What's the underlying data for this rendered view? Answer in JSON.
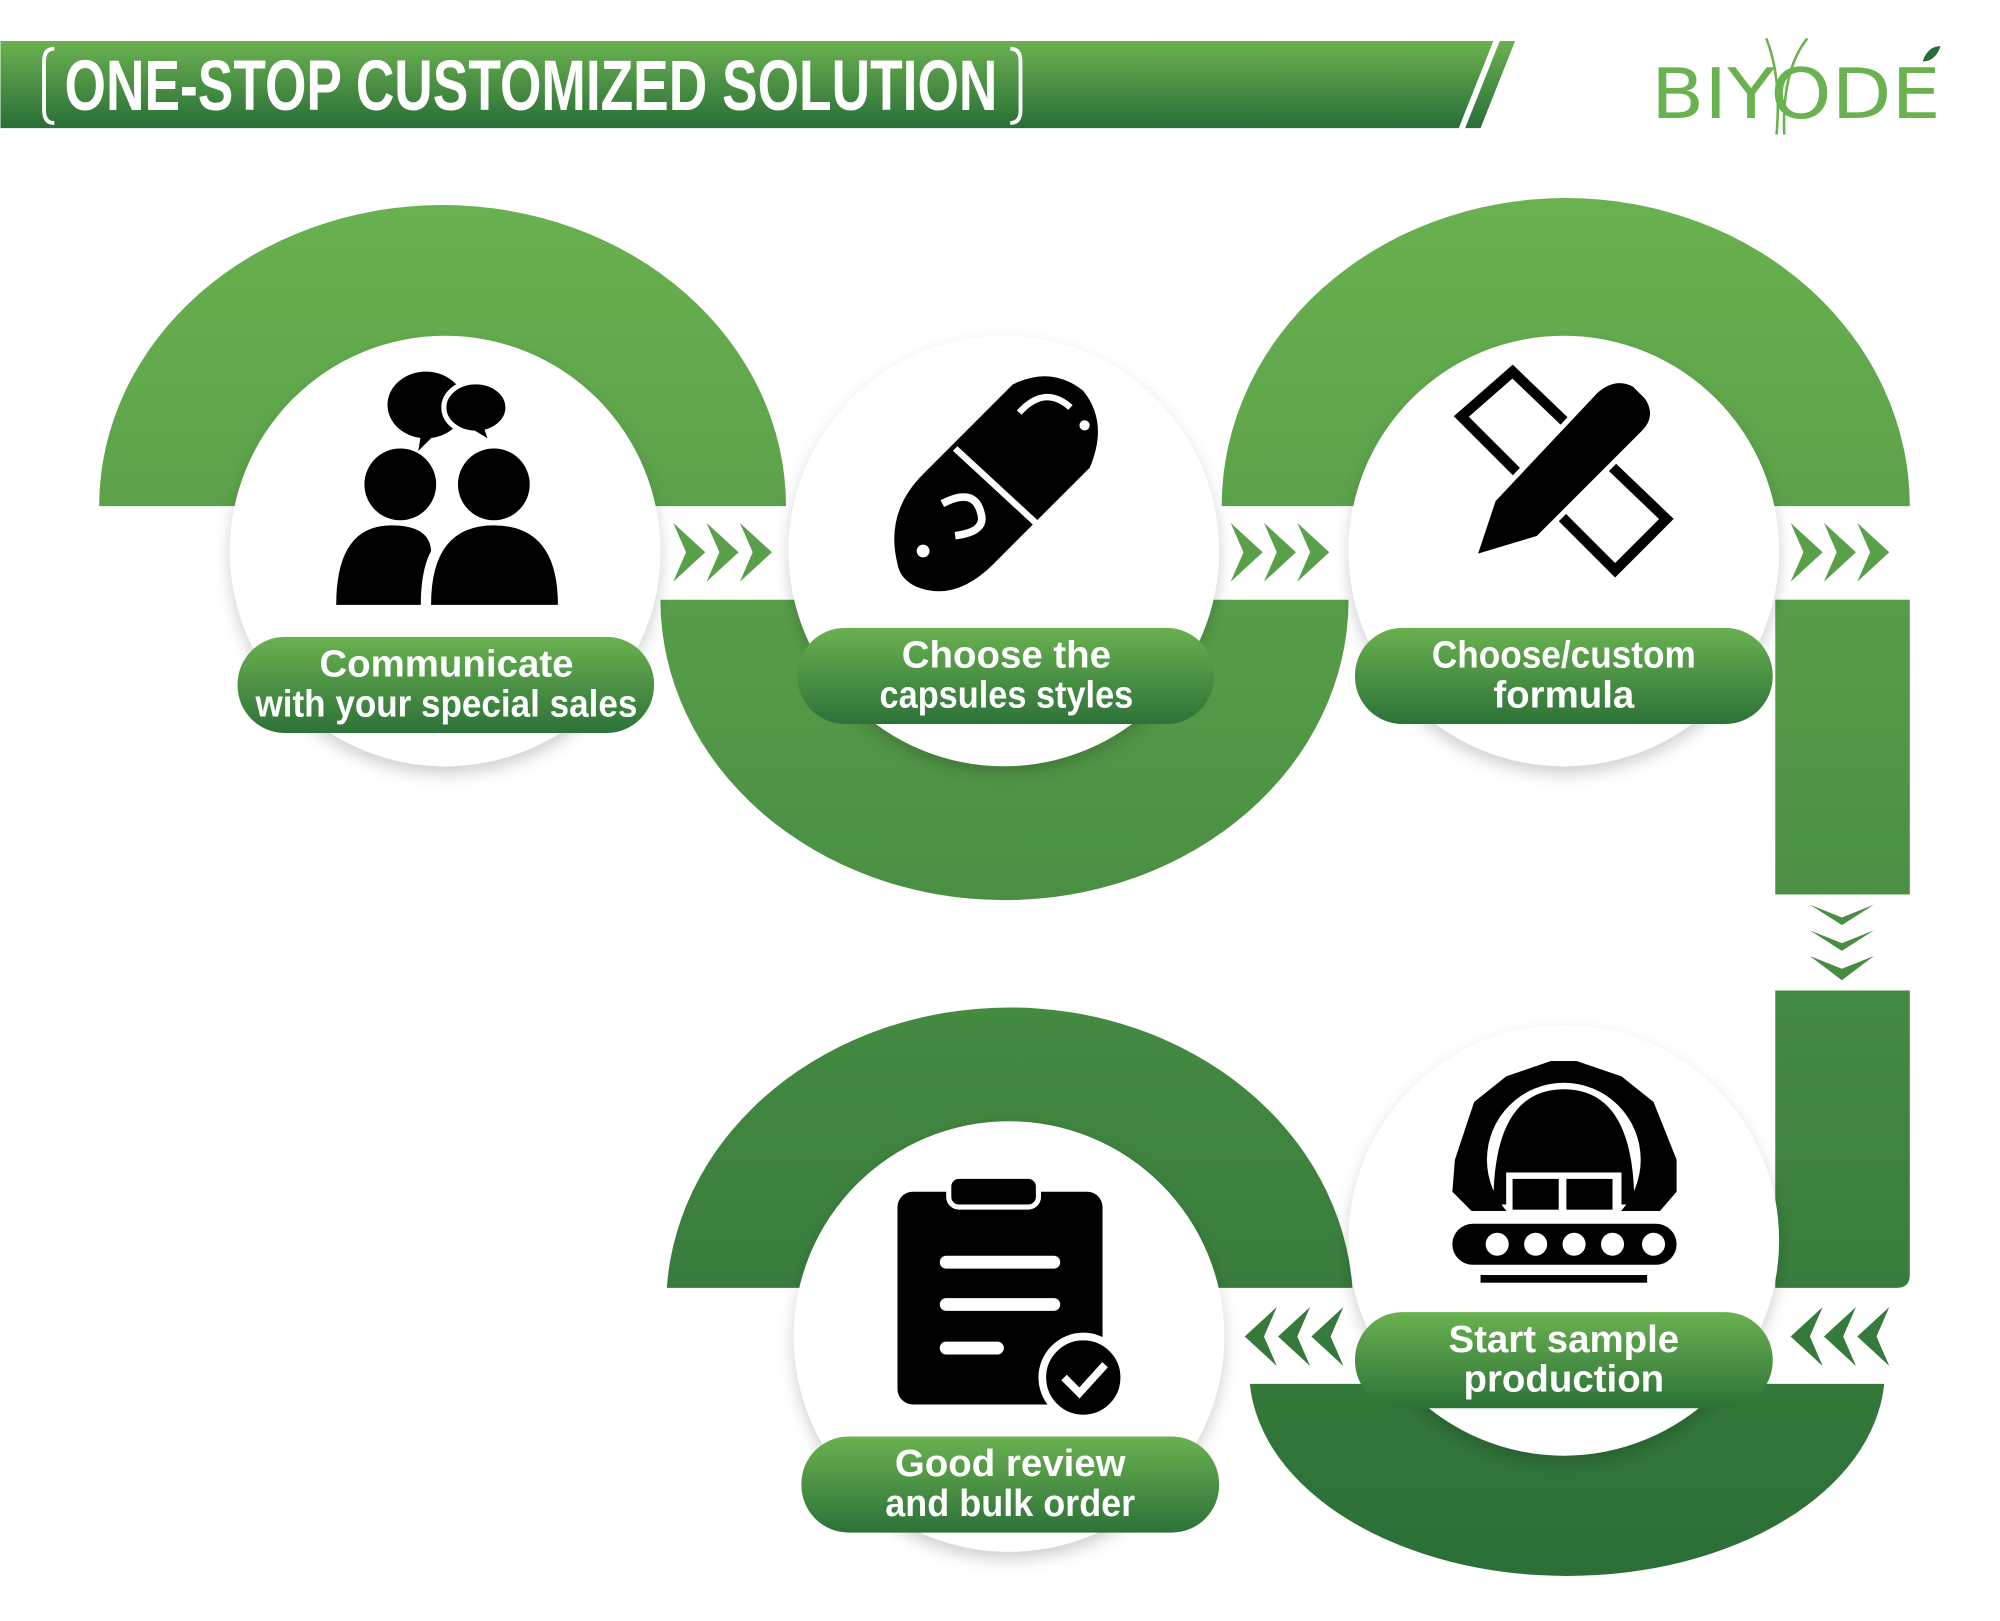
{
  "header": {
    "title": "ONE-STOP CUSTOMIZED SOLUTION"
  },
  "logo": {
    "text": "BIYODE"
  },
  "colors": {
    "green_light": "#6ab150",
    "green_dark": "#2a6e37",
    "icon": "#000000"
  },
  "steps": [
    {
      "line1": "Communicate",
      "line2": "with your special sales",
      "icon": "people-chat-icon"
    },
    {
      "line1": "Choose the",
      "line2": "capsules styles",
      "icon": "capsule-icon"
    },
    {
      "line1": "Choose/custom",
      "line2": "formula",
      "icon": "pencil-ruler-icon"
    },
    {
      "line1": "Start sample",
      "line2": "production",
      "icon": "factory-conveyor-icon"
    },
    {
      "line1": "Good review",
      "line2": "and bulk order",
      "icon": "clipboard-check-icon"
    }
  ]
}
